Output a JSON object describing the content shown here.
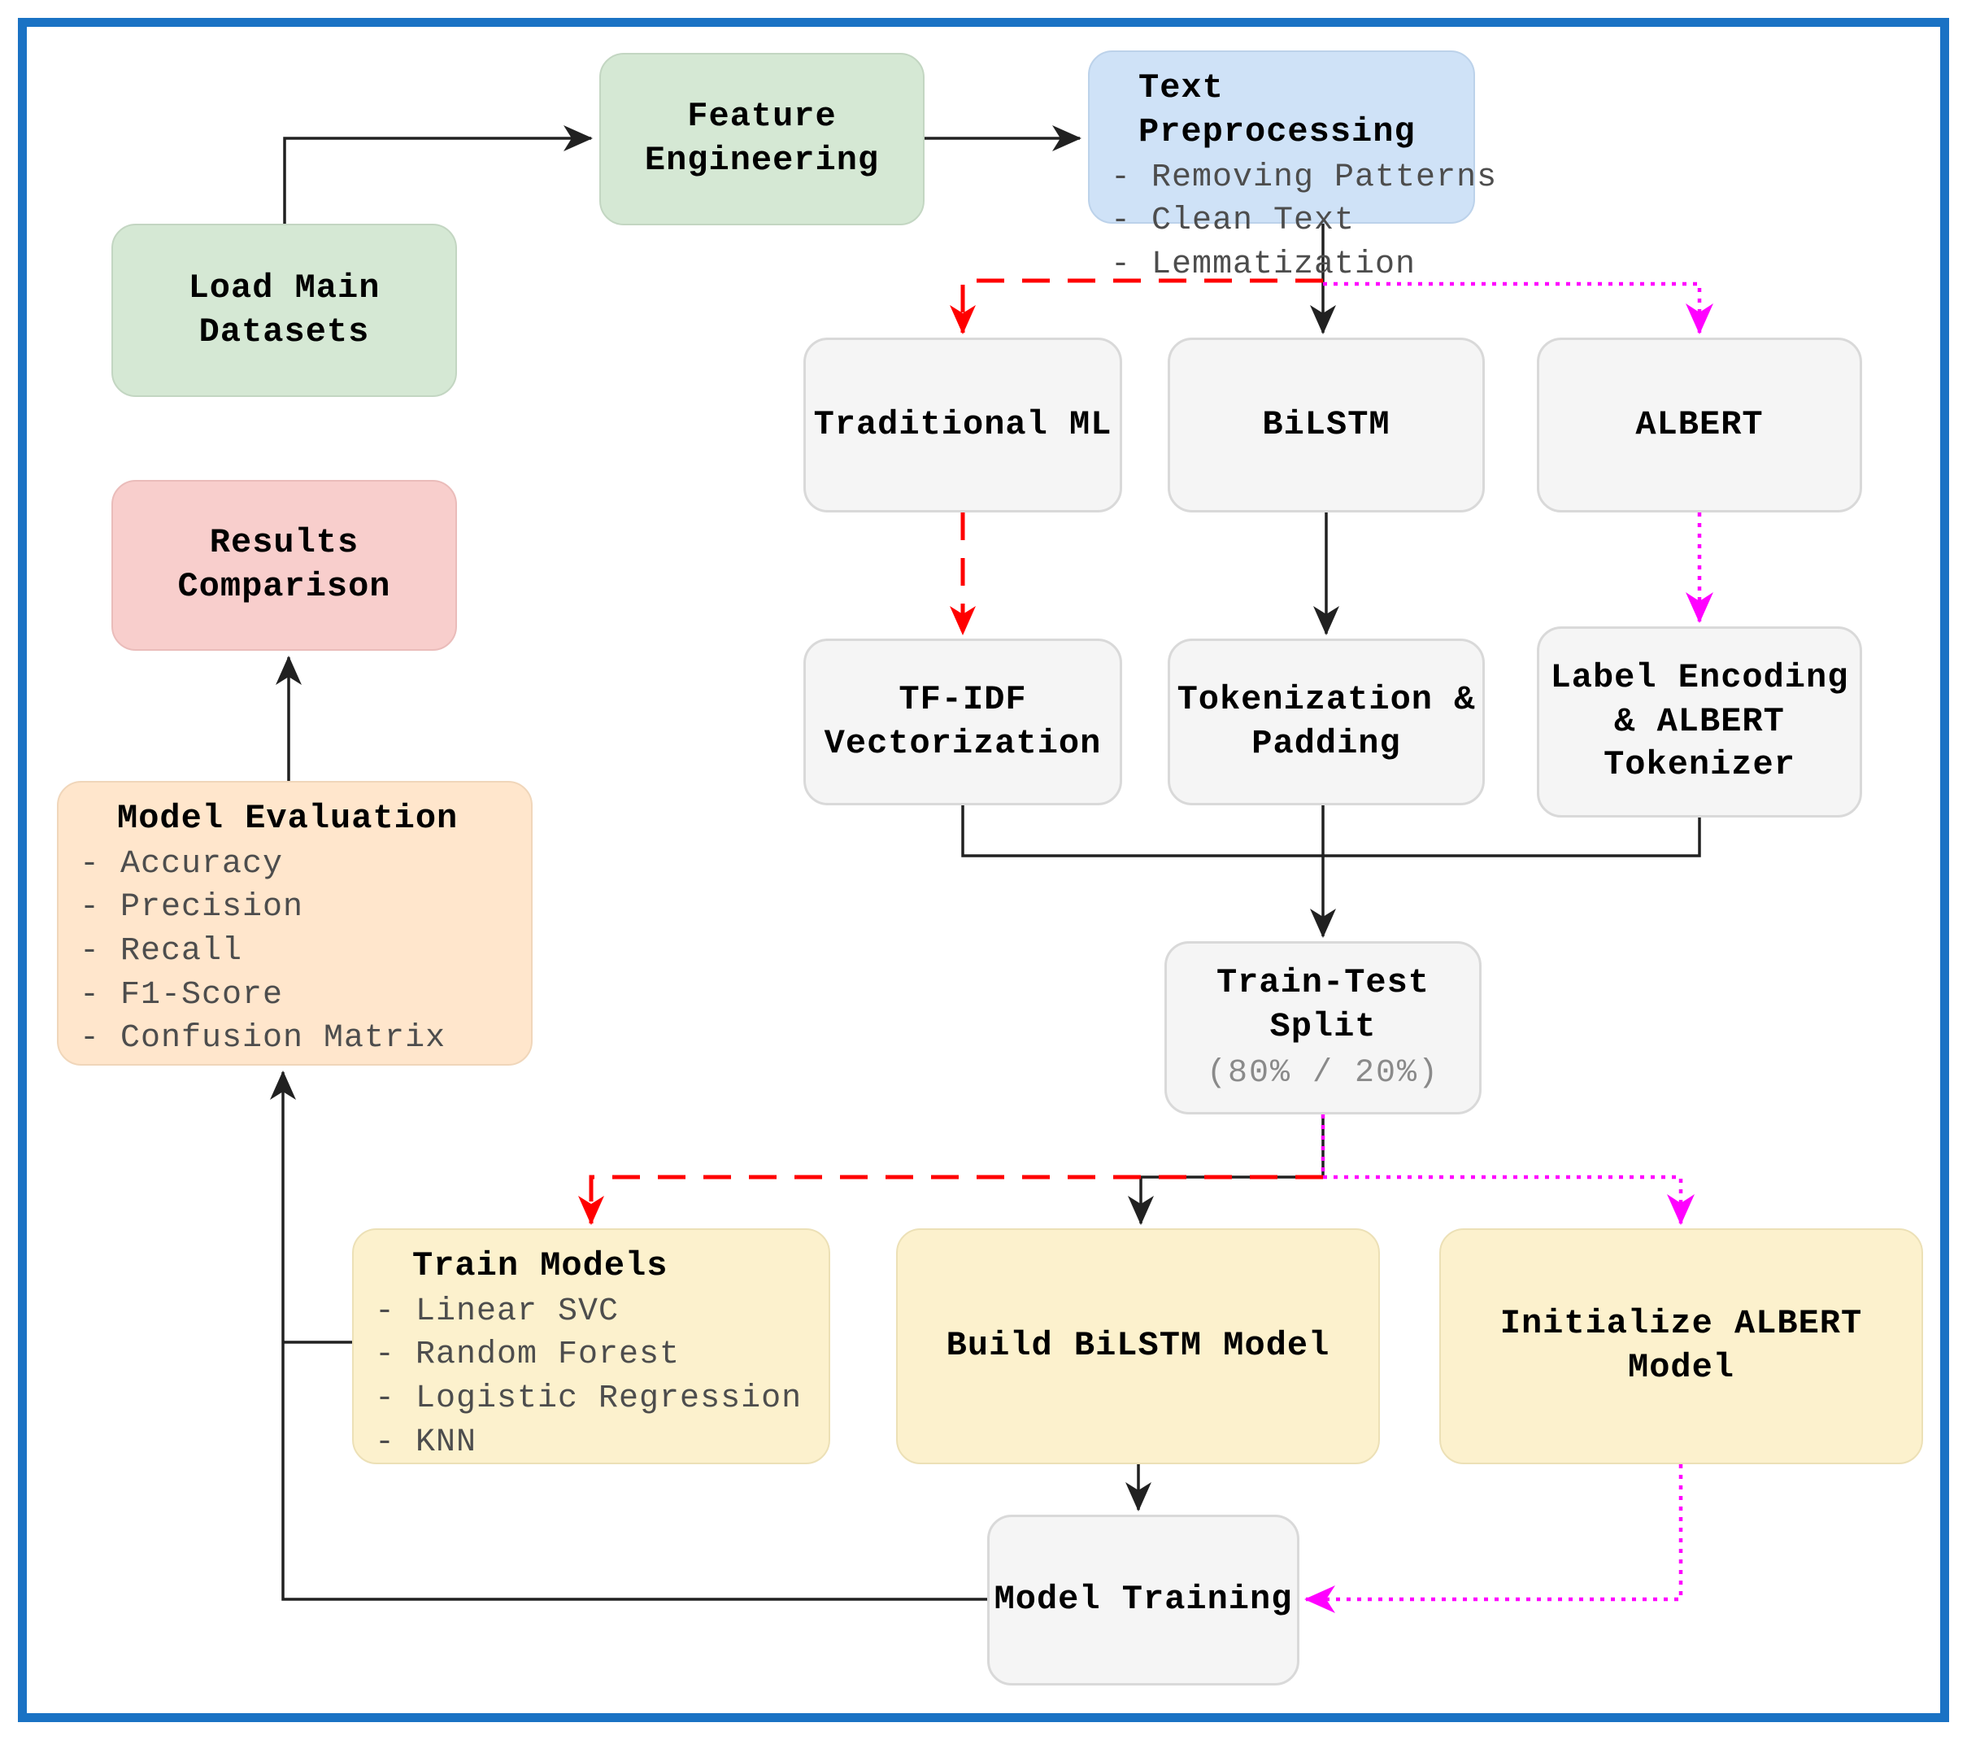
{
  "diagram_title": "ML text-classification pipeline flowchart",
  "colors": {
    "frame_blue": "#1a72c4",
    "node_green": "#d5e8d4",
    "node_blue": "#cfe2f7",
    "node_gray": "#f5f5f5",
    "node_gray_border": "#d9d9d9",
    "node_yellow": "#fcf1cd",
    "node_orange": "#ffe6cc",
    "node_pink": "#f8cecc",
    "arrow_black": "#212121",
    "arrow_red": "#ff0000",
    "arrow_magenta": "#ff00ff",
    "text_primary": "#000000",
    "text_secondary": "#4d4d4d",
    "text_faint": "#8a8a8a"
  },
  "nodes": {
    "load_main_datasets": {
      "title": "Load Main\nDatasets"
    },
    "feature_engineering": {
      "title": "Feature\nEngineering"
    },
    "text_preprocessing": {
      "title": "Text Preprocessing",
      "items": [
        "- Removing Patterns",
        "- Clean Text",
        "- Lemmatization"
      ]
    },
    "traditional_ml": {
      "title": "Traditional ML"
    },
    "bilstm": {
      "title": "BiLSTM"
    },
    "albert": {
      "title": "ALBERT"
    },
    "tfidf": {
      "title": "TF-IDF\nVectorization"
    },
    "tokenization": {
      "title": "Tokenization &\nPadding"
    },
    "label_encoding": {
      "title": "Label Encoding\n& ALBERT\nTokenizer"
    },
    "train_test_split": {
      "title": "Train-Test\nSplit",
      "subtitle": "(80% / 20%)"
    },
    "results_comparison": {
      "title": "Results\nComparison"
    },
    "model_evaluation": {
      "title": "Model Evaluation",
      "items": [
        "- Accuracy",
        "- Precision",
        "- Recall",
        "- F1-Score",
        "- Confusion Matrix"
      ]
    },
    "train_models": {
      "title": "Train Models",
      "items": [
        "- Linear SVC",
        "- Random Forest",
        "- Logistic Regression",
        "- KNN"
      ]
    },
    "build_bilstm_model": {
      "title": "Build BiLSTM Model"
    },
    "initialize_albert_model": {
      "title": "Initialize ALBERT Model"
    },
    "model_training": {
      "title": "Model Training"
    }
  }
}
